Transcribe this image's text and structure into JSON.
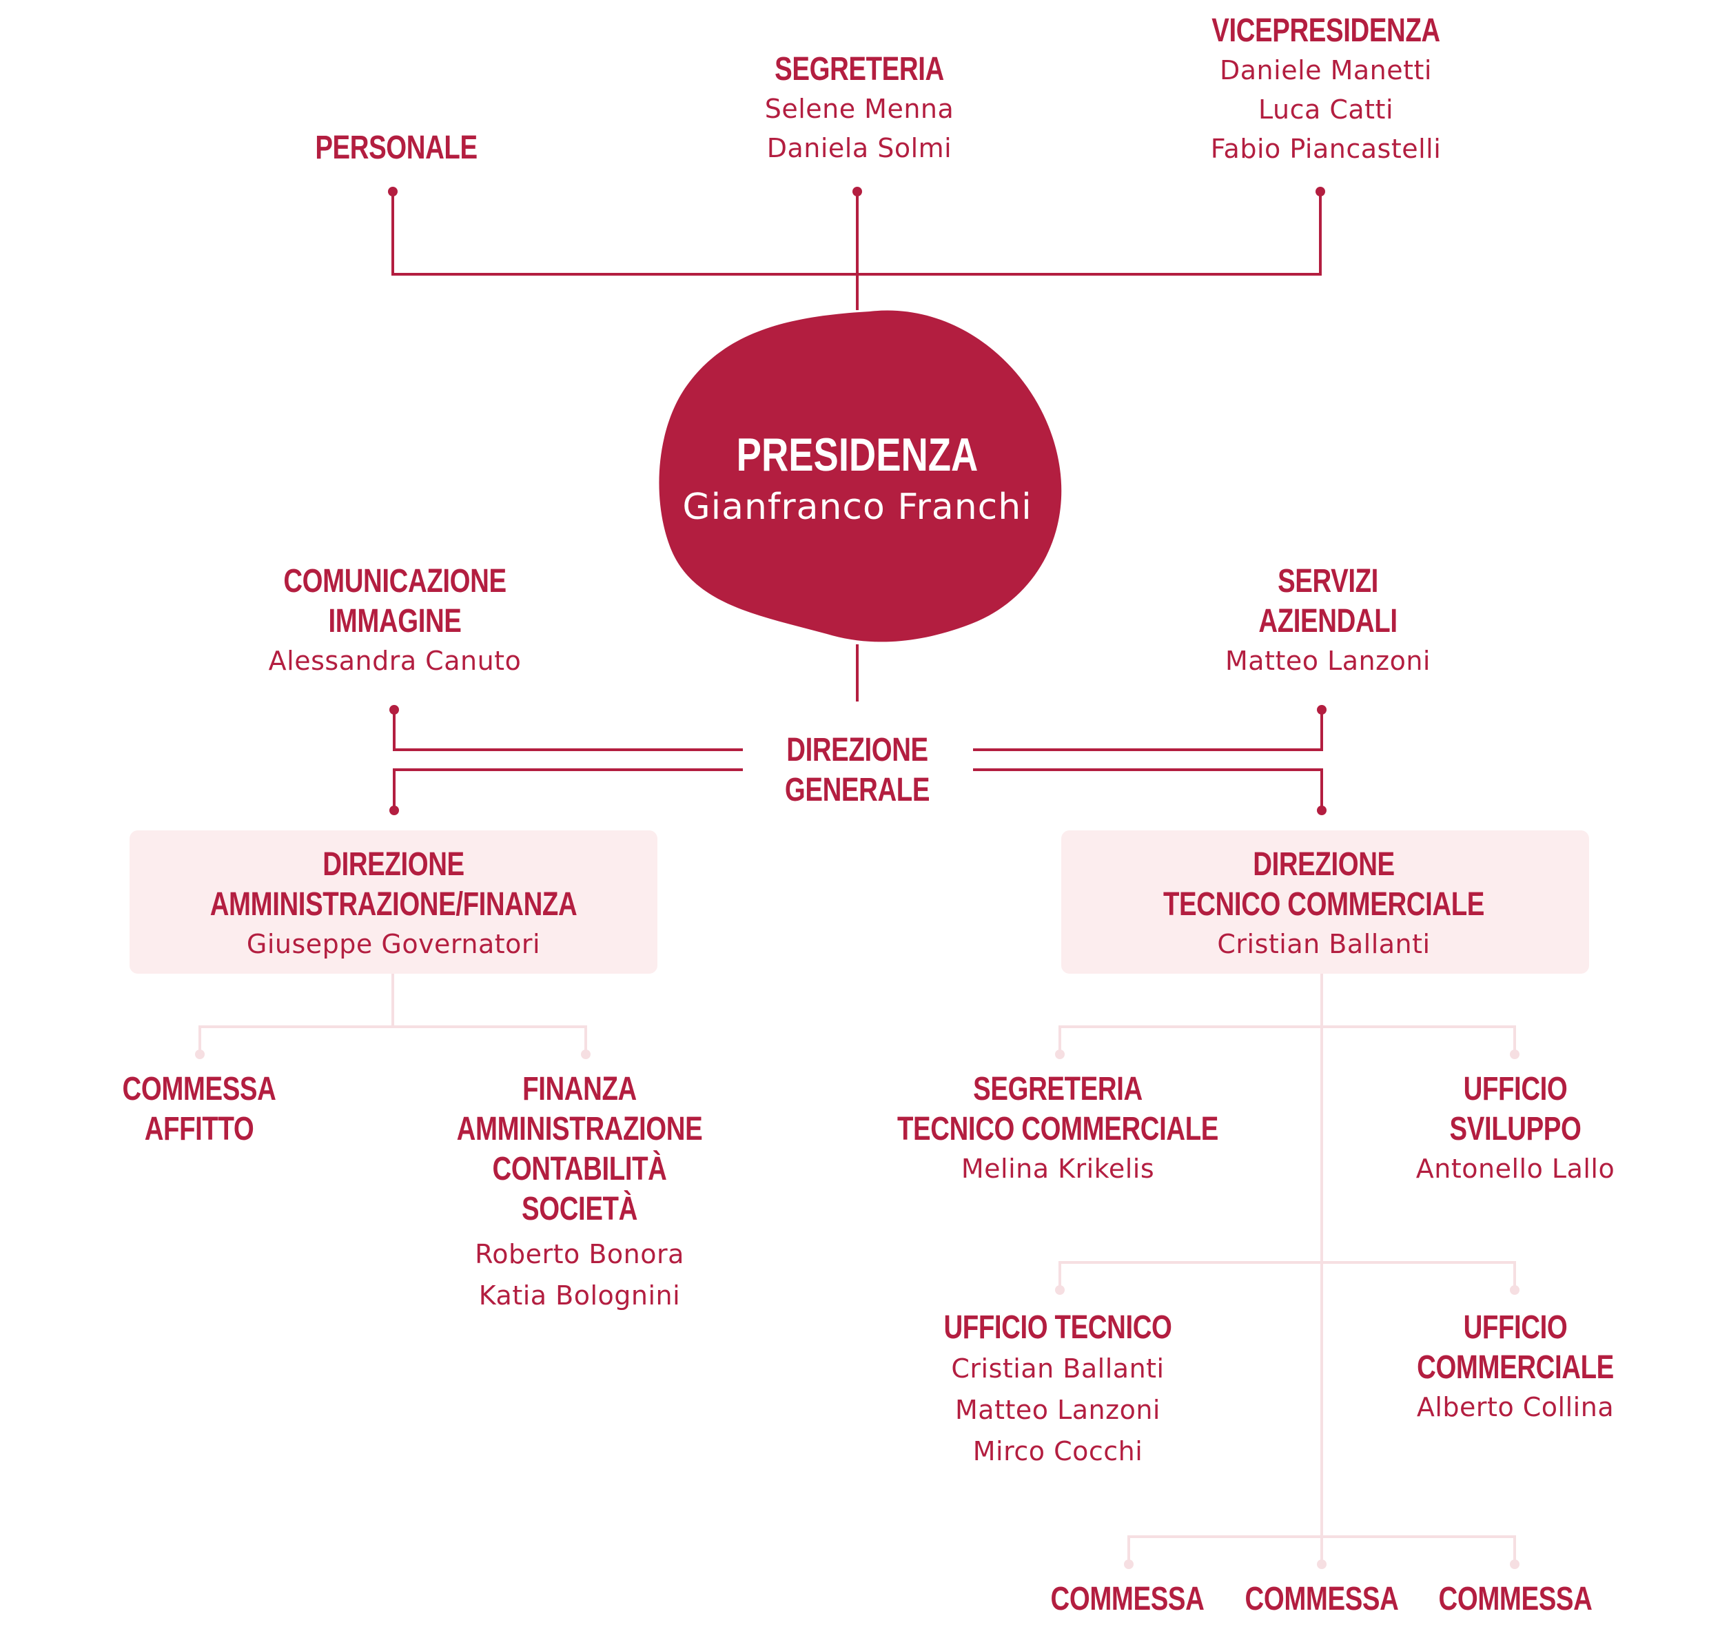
{
  "colors": {
    "primary": "#b31e40",
    "light_line": "#f6dfe2",
    "box_fill": "#fcedee",
    "text_on_primary": "#ffffff"
  },
  "top": {
    "personale": {
      "title": "PERSONALE"
    },
    "segreteria": {
      "title": "SEGRETERIA",
      "people": [
        "Selene Menna",
        "Daniela Solmi"
      ]
    },
    "vicepresidenza": {
      "title": "VICEPRESIDENZA",
      "people": [
        "Daniele Manetti",
        "Luca Catti",
        "Fabio Piancastelli"
      ]
    }
  },
  "presidenza": {
    "title": "PRESIDENZA",
    "person": "Gianfranco Franchi"
  },
  "comunicazione": {
    "title_lines": [
      "COMUNICAZIONE",
      "IMMAGINE"
    ],
    "person": "Alessandra Canuto"
  },
  "servizi": {
    "title_lines": [
      "SERVIZI",
      "AZIENDALI"
    ],
    "person": "Matteo Lanzoni"
  },
  "direzione_generale": {
    "title_lines": [
      "DIREZIONE",
      "GENERALE"
    ]
  },
  "dir_amm": {
    "title_lines": [
      "DIREZIONE",
      "AMMINISTRAZIONE/FINANZA"
    ],
    "person": "Giuseppe Governatori"
  },
  "dir_tec": {
    "title_lines": [
      "DIREZIONE",
      "TECNICO COMMERCIALE"
    ],
    "person": "Cristian Ballanti"
  },
  "commessa_affitto": {
    "title_lines": [
      "COMMESSA",
      "AFFITTO"
    ]
  },
  "finanza": {
    "title_lines": [
      "FINANZA",
      "AMMINISTRAZIONE",
      "CONTABILITÀ",
      "SOCIETÀ"
    ],
    "people": [
      "Roberto Bonora",
      "Katia Bolognini"
    ]
  },
  "segreteria_tec": {
    "title_lines": [
      "SEGRETERIA",
      "TECNICO COMMERCIALE"
    ],
    "person": "Melina Krikelis"
  },
  "ufficio_sviluppo": {
    "title_lines": [
      "UFFICIO",
      "SVILUPPO"
    ],
    "person": "Antonello Lallo"
  },
  "ufficio_tecnico": {
    "title_lines": [
      "UFFICIO TECNICO"
    ],
    "people": [
      "Cristian Ballanti",
      "Matteo Lanzoni",
      "Mirco Cocchi"
    ]
  },
  "ufficio_commerciale": {
    "title_lines": [
      "UFFICIO",
      "COMMERCIALE"
    ],
    "person": "Alberto Collina"
  },
  "commesse": [
    "COMMESSA",
    "COMMESSA",
    "COMMESSA"
  ]
}
